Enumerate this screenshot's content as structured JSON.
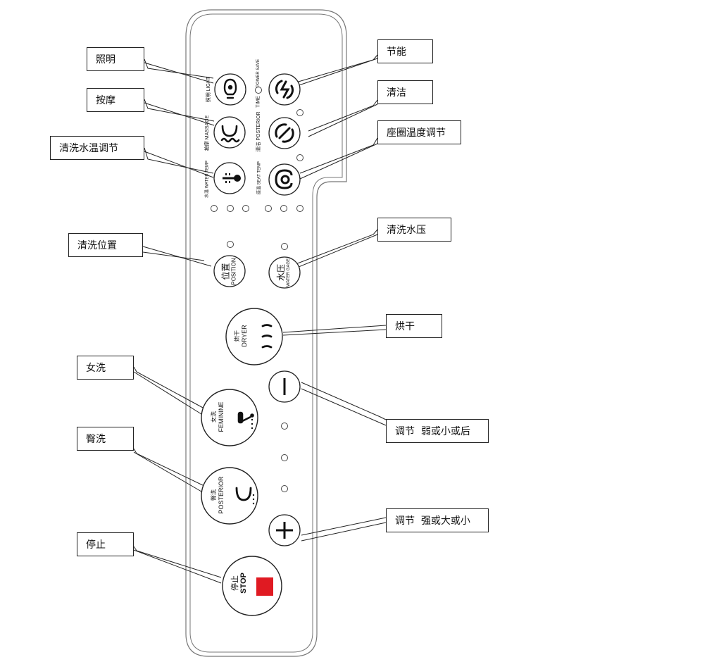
{
  "callouts": {
    "light": "照明",
    "massage": "按摩",
    "water_temp": "清洗水温调节",
    "position": "清洗位置",
    "feminine": "女洗",
    "posterior": "臀洗",
    "stop": "停止",
    "power_save": "节能",
    "clean": "清洁",
    "seat_temp": "座圈温度调节",
    "water_pressure": "清洗水压",
    "dryer": "烘干",
    "minus": "调节  弱或小或后",
    "plus": "调节  强或大或小"
  },
  "button_labels": {
    "light": {
      "cn": "照明",
      "en": "LIGHT"
    },
    "massage": {
      "cn": "按摩",
      "en": "MASSAGE"
    },
    "water_temp": {
      "cn": "水温",
      "en": "WATER TEMP"
    },
    "power_save": {
      "en": "POWER SAVE"
    },
    "time": {
      "en": "TIME"
    },
    "clean": {
      "cn": "清洁",
      "en": "POSTERIOR"
    },
    "seat_temp": {
      "cn": "座温",
      "en": "SEAT TEMP"
    },
    "position": {
      "cn": "位置",
      "en": "POSITION"
    },
    "pressure": {
      "cn": "水压",
      "en": "WATER GAGE"
    },
    "dryer": {
      "cn": "烘干",
      "en": "DRYER"
    },
    "feminine": {
      "cn": "女洗",
      "en": "FEMININE"
    },
    "posterior": {
      "cn": "臀洗",
      "en": "POSTERIOR"
    },
    "stop": {
      "cn": "停止",
      "en": "STOP"
    }
  },
  "colors": {
    "stop_square": "#e01a22",
    "outline": "#222222"
  },
  "icons": {
    "light": "lightbulb-icon",
    "massage": "massage-wave-icon",
    "water_temp": "thermometer-icon",
    "power_save": "power-save-icon",
    "clean": "clean-cycle-icon",
    "seat_temp": "seat-heat-icon",
    "dryer": "dryer-wave-icon",
    "feminine": "feminine-wash-icon",
    "posterior": "posterior-wash-icon",
    "minus": "minus-icon",
    "plus": "plus-icon",
    "stop": "stop-square-icon"
  }
}
